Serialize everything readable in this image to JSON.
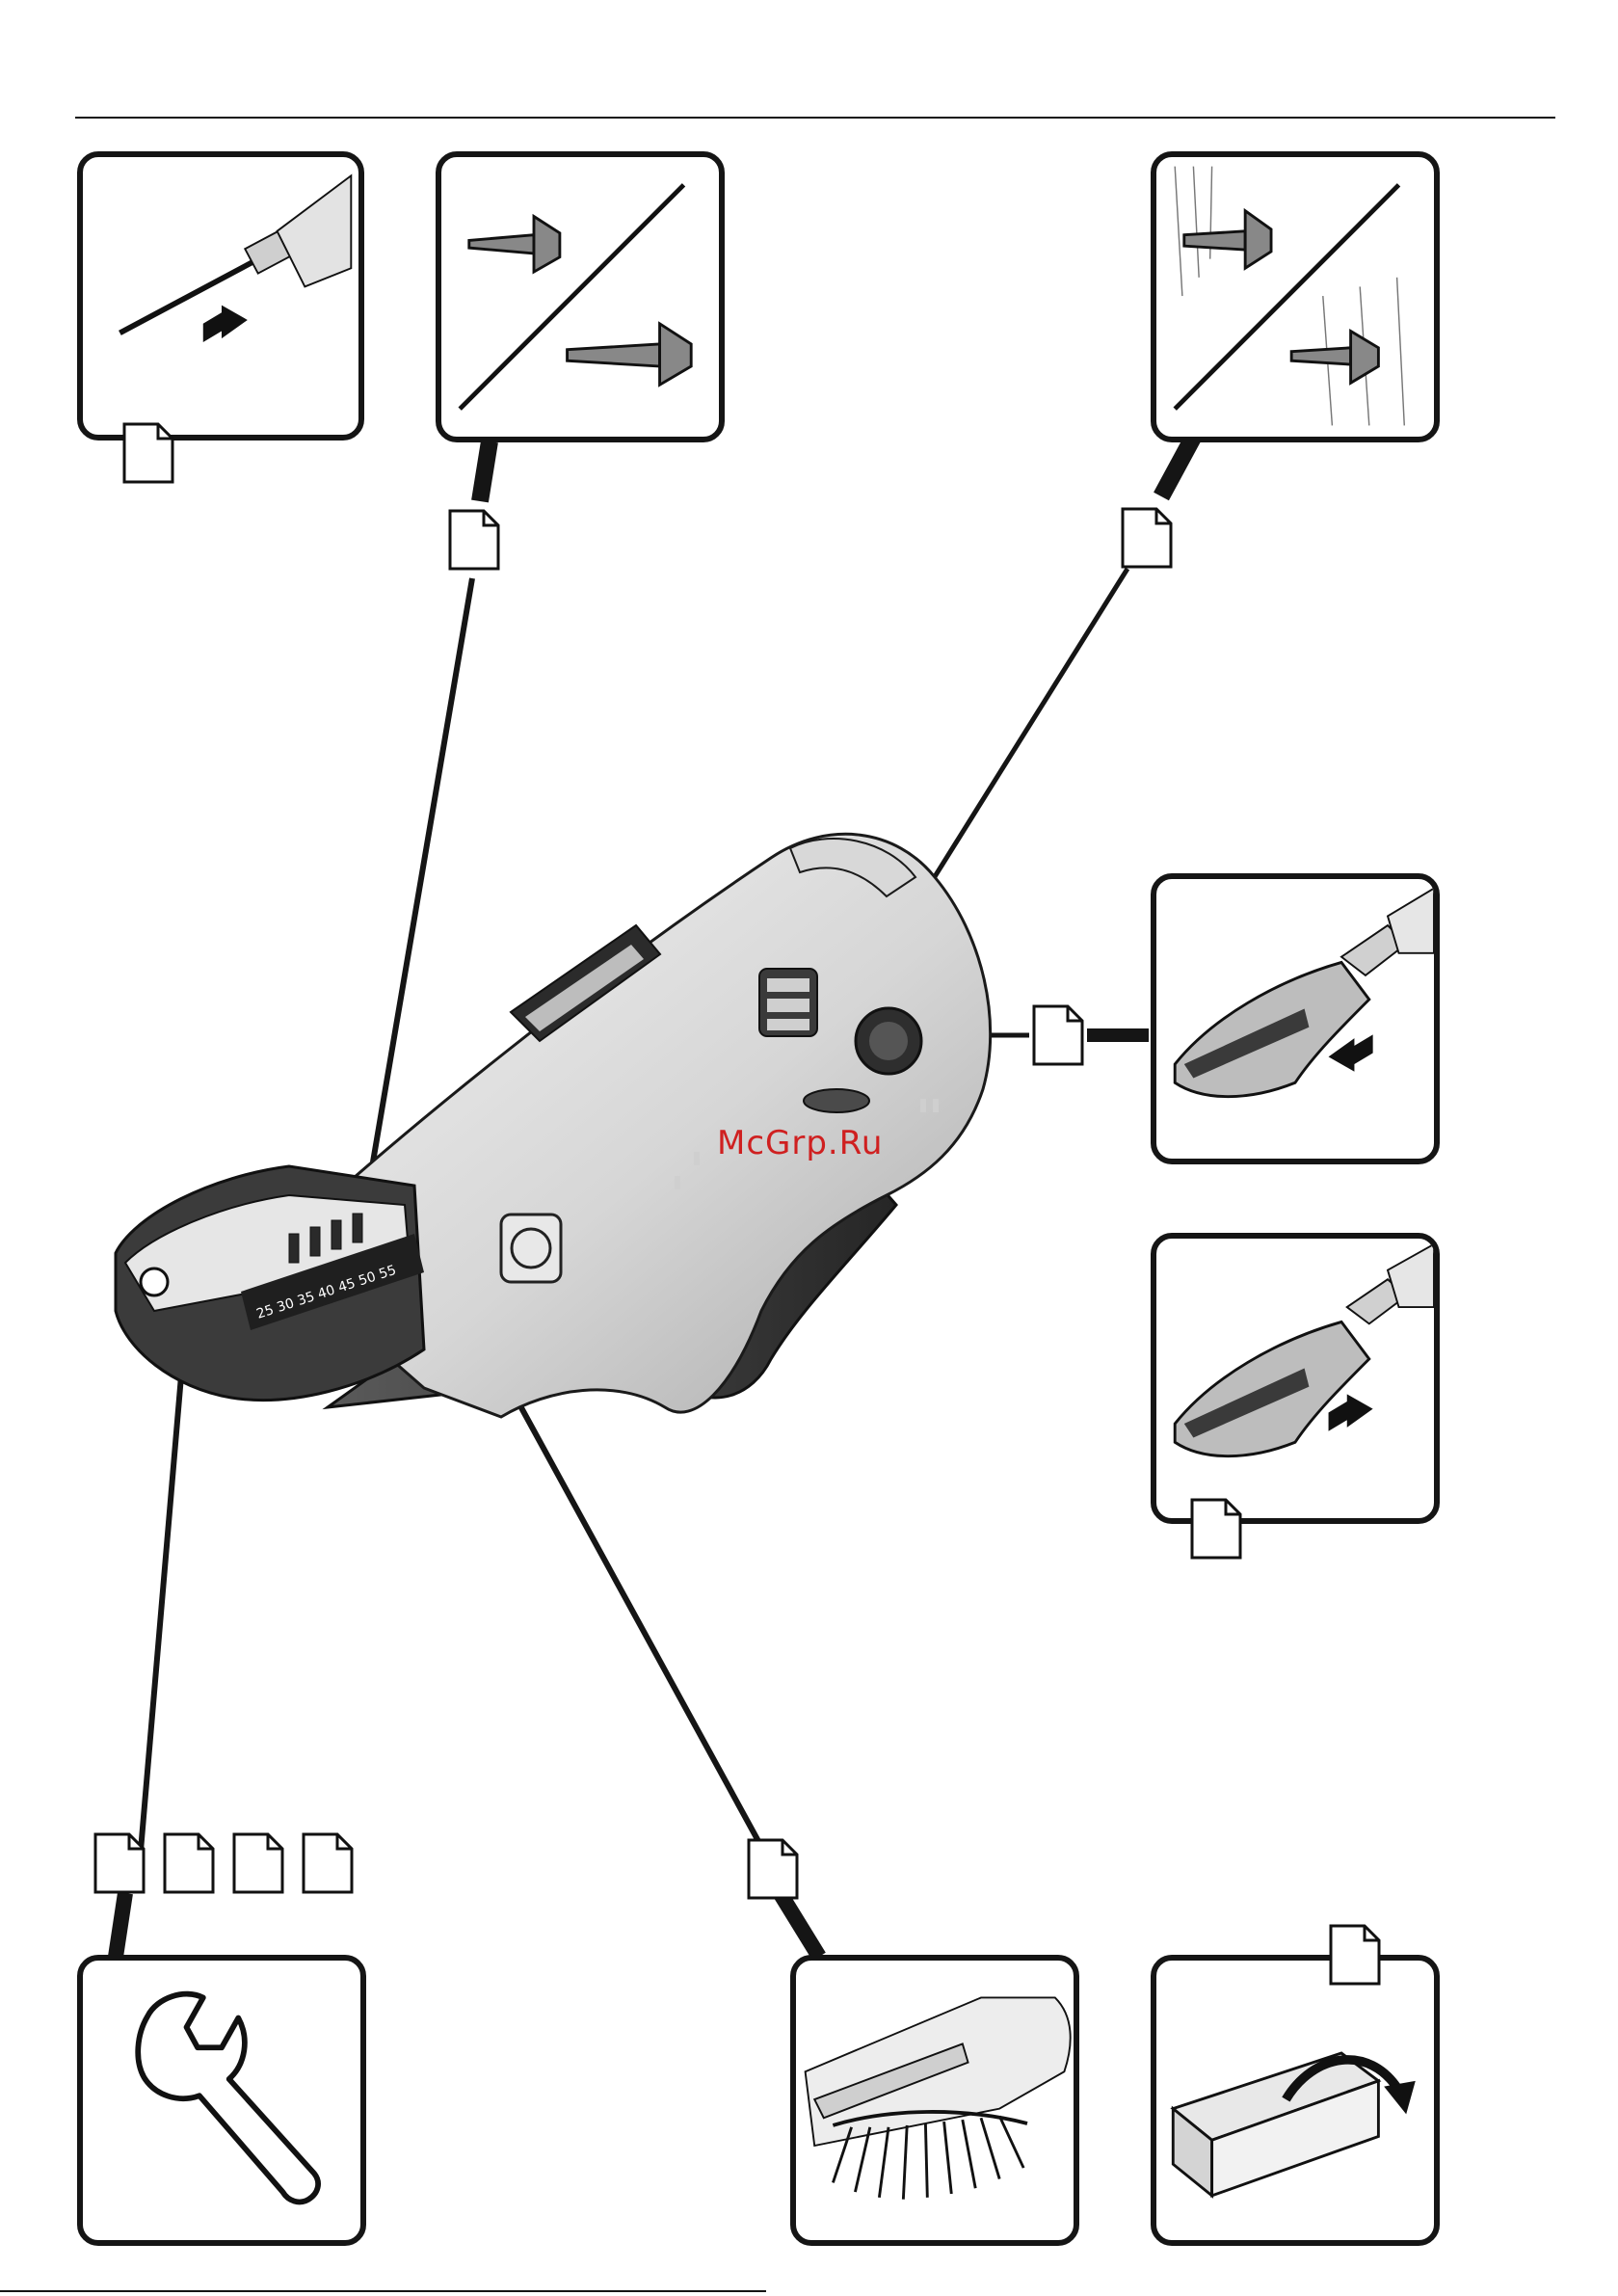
{
  "watermark": {
    "text": "McGrp.Ru"
  },
  "tool": {
    "depth_scale": "25 30 35 40 45 50 55"
  },
  "colors": {
    "line": "#151515",
    "body_light": "#e2e2e2",
    "body_dark": "#3a3a3a",
    "watermark": "#cf2020"
  },
  "panels": [
    {
      "id": "bit-insert",
      "icon": "drill-bit-icon"
    },
    {
      "id": "screw-types",
      "icon": "screw-types-icon"
    },
    {
      "id": "material-thickness",
      "icon": "screw-in-wood-icon"
    },
    {
      "id": "detach-attachment",
      "icon": "detach-attachment-icon"
    },
    {
      "id": "attach-attachment",
      "icon": "attach-attachment-icon"
    },
    {
      "id": "maintenance",
      "icon": "wrench-icon"
    },
    {
      "id": "screw-strip",
      "icon": "screw-strip-icon"
    },
    {
      "id": "accessories-box",
      "icon": "box-icon"
    }
  ]
}
